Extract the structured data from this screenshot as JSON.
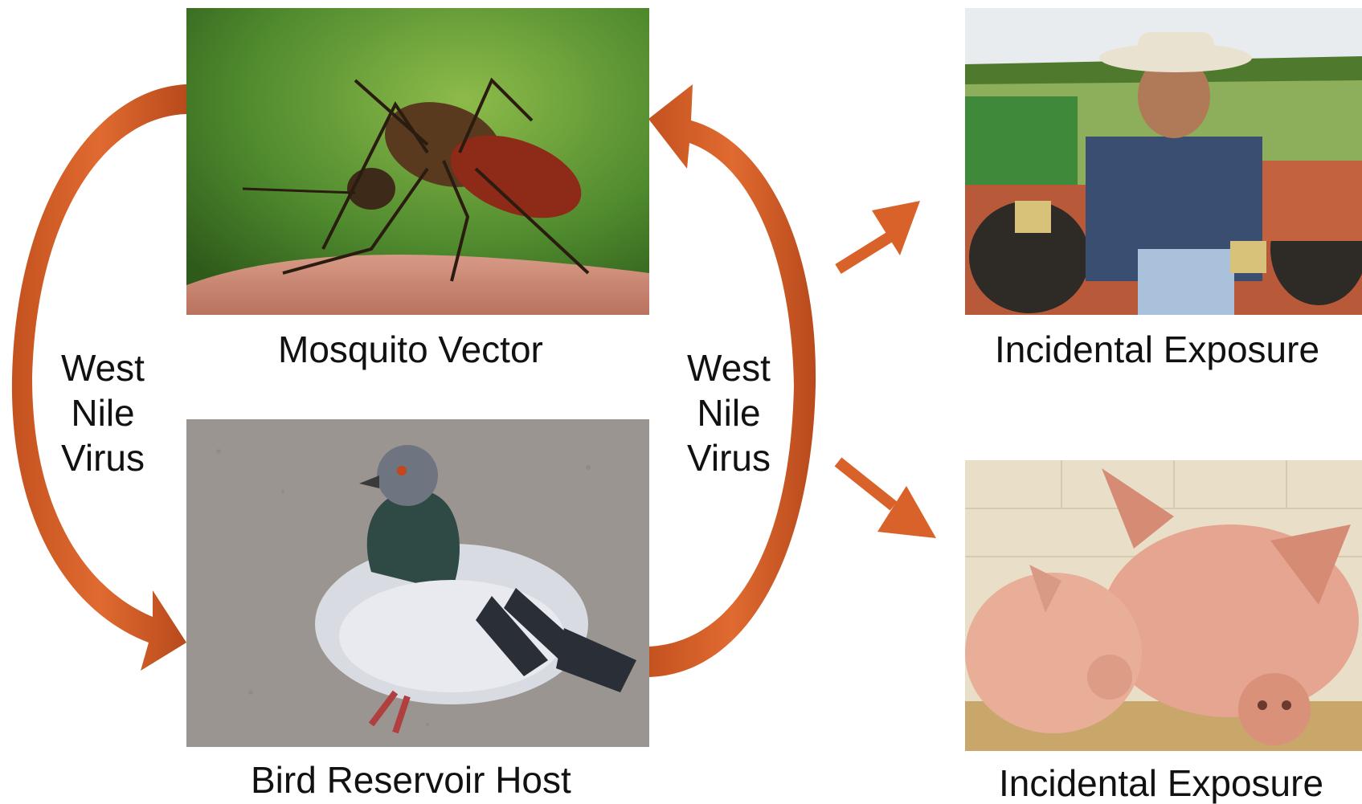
{
  "labels": {
    "mosquito": "Mosquito Vector",
    "bird": "Bird Reservoir Host",
    "exposure_top": "Incidental Exposure",
    "exposure_bottom": "Incidental Exposure"
  },
  "virus_left": [
    "West",
    "Nile",
    "Virus"
  ],
  "virus_right": [
    "West",
    "Nile",
    "Virus"
  ],
  "colors": {
    "arrow": "#D9622B",
    "arrow_dark": "#B84A1C"
  },
  "icons": {
    "mosquito_photo": "mosquito-photo",
    "pigeon_photo": "pigeon-photo",
    "farmer_photo": "farmer-on-tractor-photo",
    "pig_photo": "pigs-photo"
  }
}
